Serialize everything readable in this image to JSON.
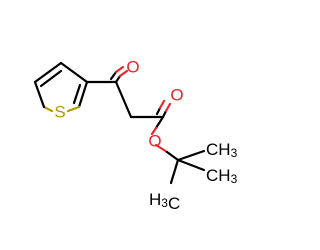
{
  "molecule": {
    "atoms": {
      "sulfur": "S",
      "ketone_oxygen": "O",
      "carbonyl_oxygen": "O",
      "ester_oxygen": "O",
      "methyl_right_upper": "CH3",
      "methyl_right_lower": "CH3",
      "methyl_left_lower": "H3C"
    }
  },
  "colors": {
    "bond": "#000000",
    "oxygen": "#e8262a",
    "sulfur": "#b59b00",
    "carbon_label": "#000000"
  }
}
